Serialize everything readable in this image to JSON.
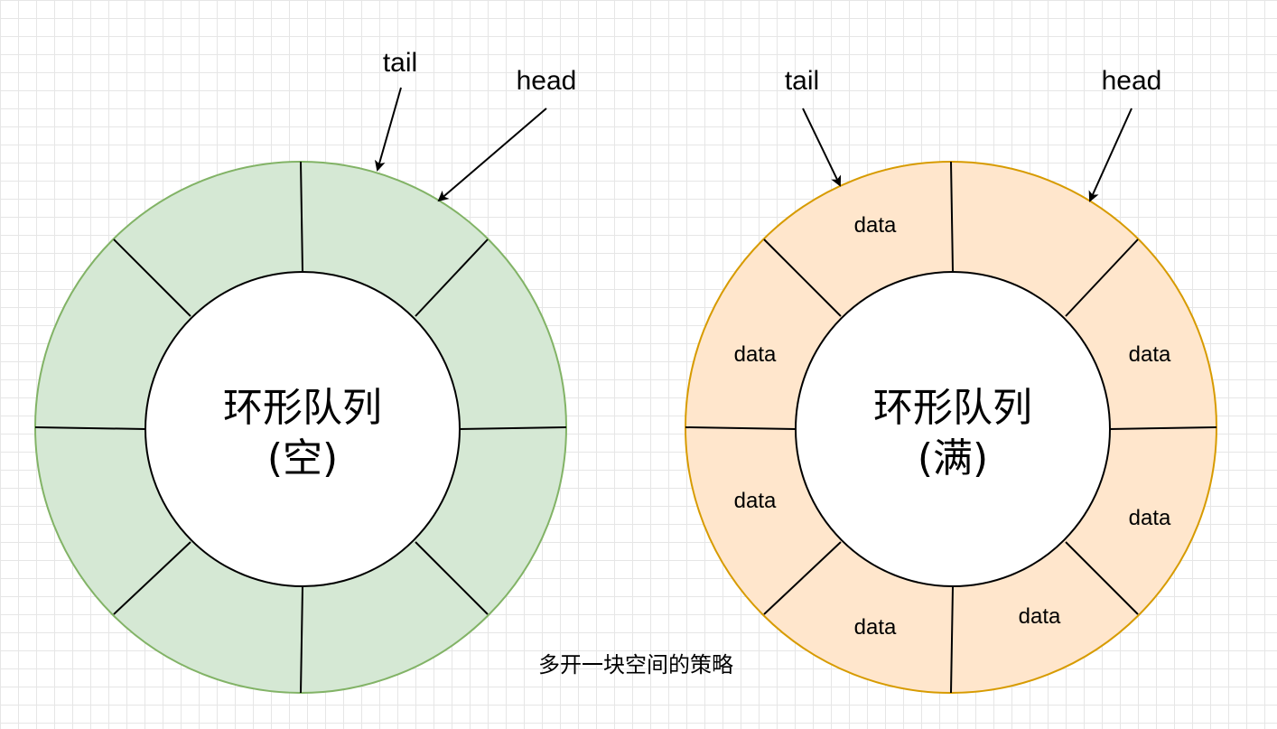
{
  "colors": {
    "empty_fill": "#d5e8d4",
    "empty_stroke": "#82b366",
    "full_fill": "#ffe6cc",
    "full_stroke": "#d79b00",
    "divider": "#000000",
    "arrow": "#000000"
  },
  "left_ring": {
    "title_line1": "环形队列",
    "title_line2": "(空)",
    "tail_label": "tail",
    "head_label": "head"
  },
  "right_ring": {
    "title_line1": "环形队列",
    "title_line2": "(满)",
    "tail_label": "tail",
    "head_label": "head",
    "slots": [
      "data",
      "data",
      "data",
      "data",
      "data",
      "data",
      "data"
    ]
  },
  "caption": "多开一块空间的策略"
}
